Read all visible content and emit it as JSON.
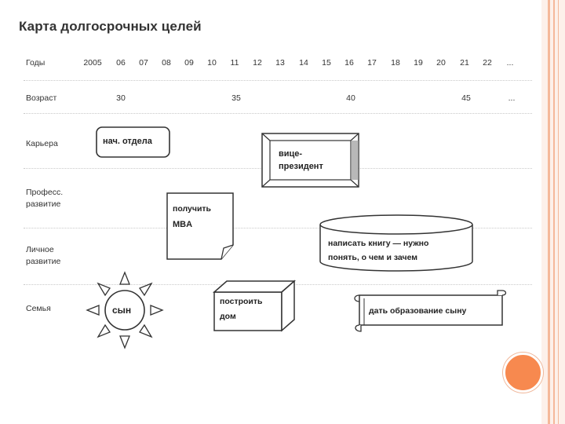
{
  "title": "Карта долгосрочных целей",
  "rows": {
    "years_label": "Годы",
    "age_label": "Возраст",
    "career_label": "Карьера",
    "prof_label_1": "Професс.",
    "prof_label_2": "развитие",
    "personal_label_1": "Личное",
    "personal_label_2": "развитие",
    "family_label": "Семья"
  },
  "years": [
    "2005",
    "06",
    "07",
    "08",
    "09",
    "10",
    "11",
    "12",
    "13",
    "14",
    "15",
    "16",
    "17",
    "18",
    "19",
    "20",
    "21",
    "22",
    "..."
  ],
  "ages": [
    {
      "text": "30",
      "year": "06"
    },
    {
      "text": "35",
      "year": "11"
    },
    {
      "text": "40",
      "year": "16"
    },
    {
      "text": "45",
      "year": "21"
    },
    {
      "text": "...",
      "year": "..."
    }
  ],
  "goals": {
    "career_1": "нач. отдела",
    "career_2_line1": "вице-",
    "career_2_line2": "президент",
    "prof_line1": "получить",
    "prof_line2": "MBA",
    "personal_line1": "написать книгу — нужно",
    "personal_line2": "понять, о чем и зачем",
    "family_1": "сын",
    "family_2_line1": "построить",
    "family_2_line2": "дом",
    "family_3": "дать образование сыну"
  },
  "colors": {
    "accent": "#f7894f",
    "stripe": "#f5b89a"
  }
}
